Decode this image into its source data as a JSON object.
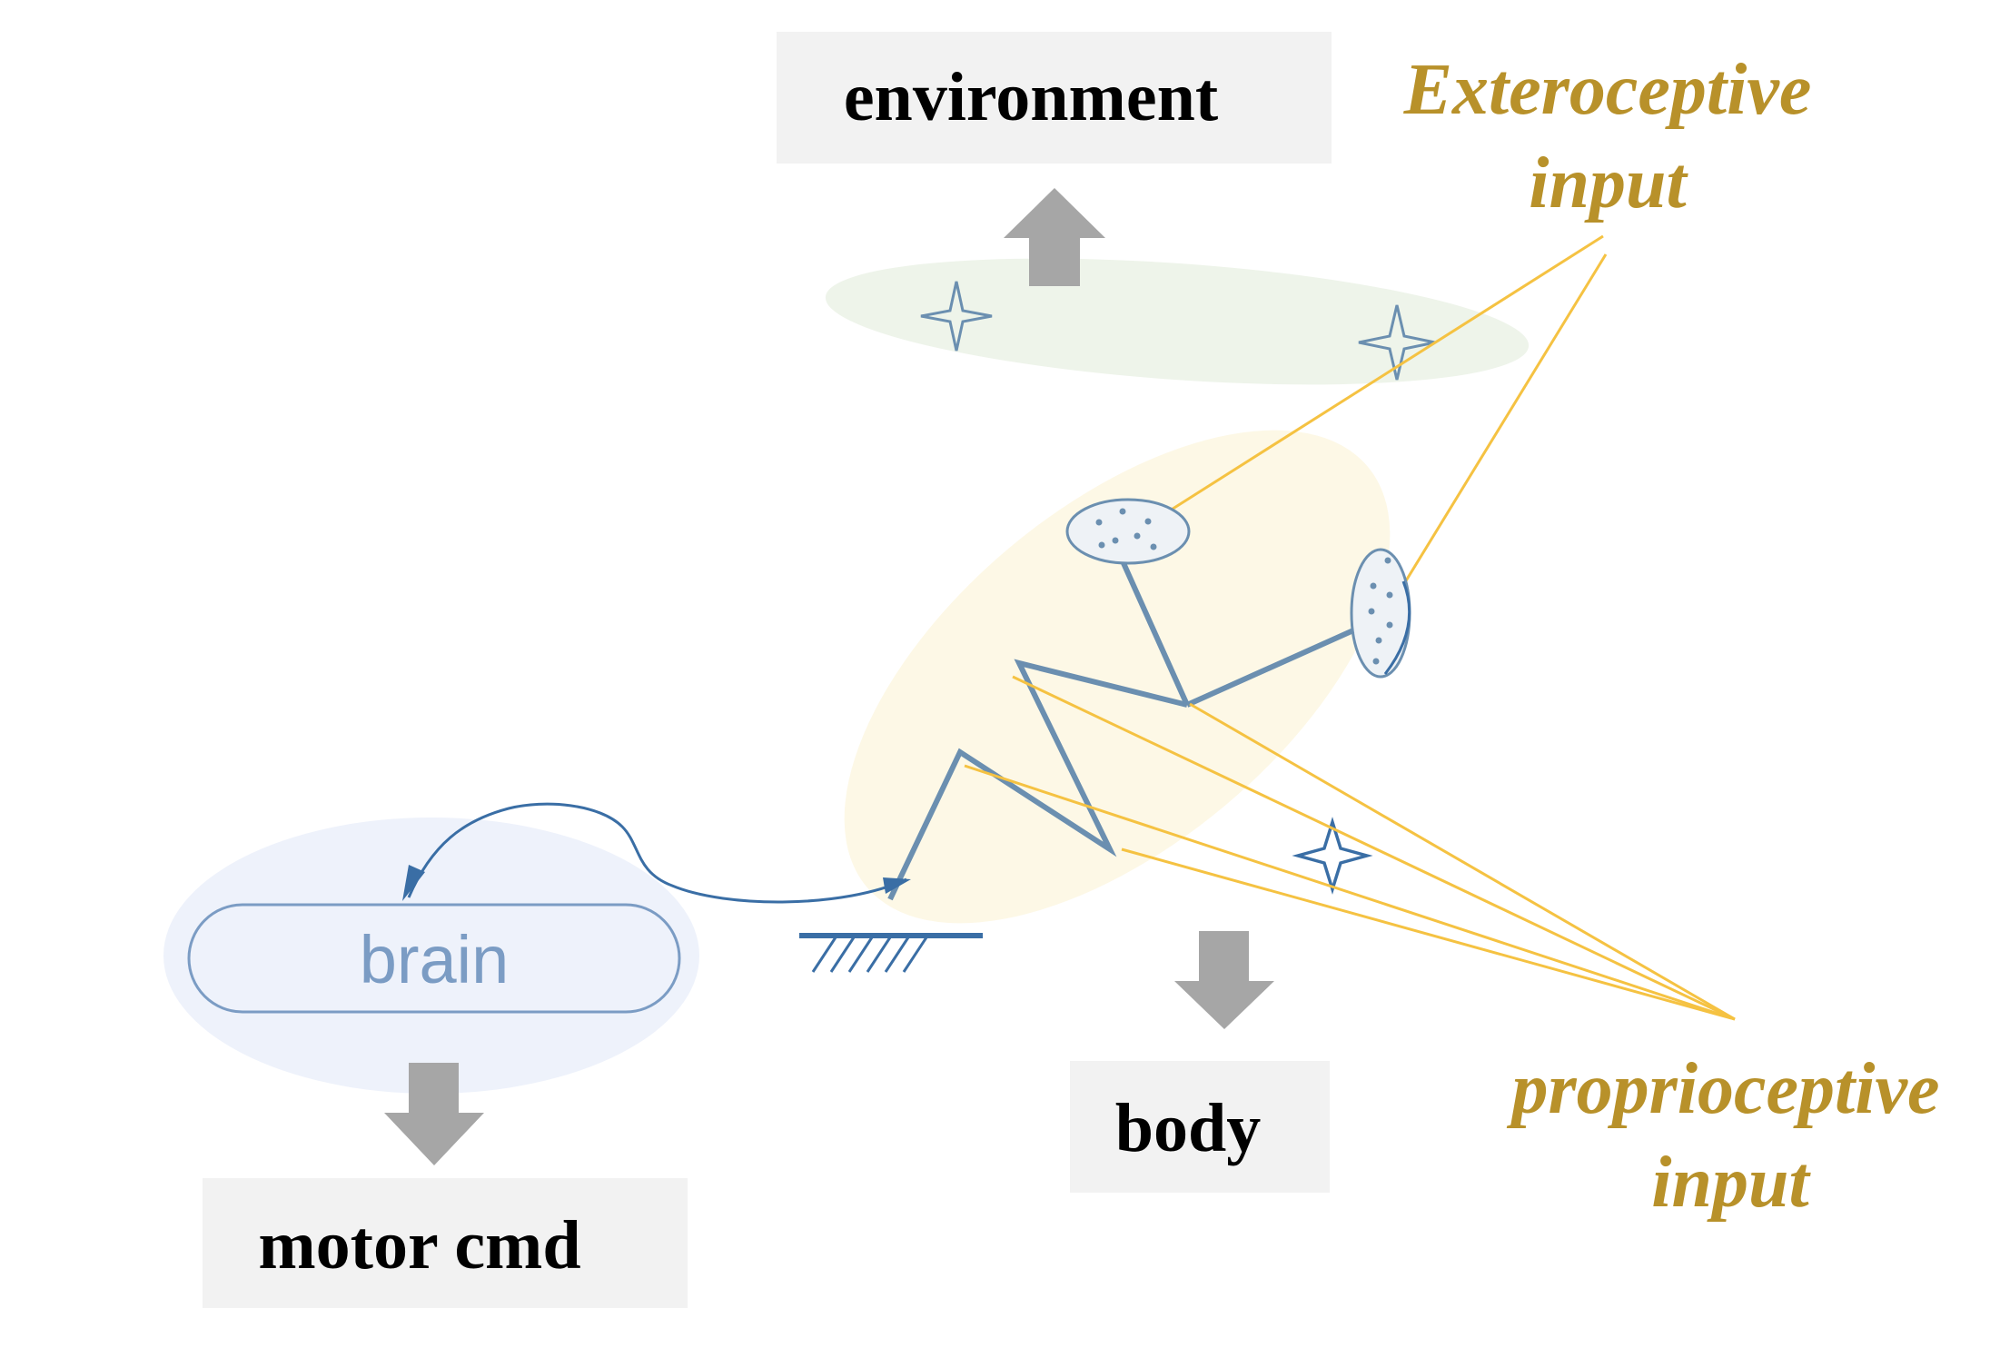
{
  "labels": {
    "environment": "environment",
    "body": "body",
    "motor_cmd": "motor cmd",
    "brain": "brain",
    "exteroceptive_line1": "Exteroceptive",
    "exteroceptive_line2": "input",
    "proprioceptive_line1": "proprioceptive",
    "proprioceptive_line2": "input"
  },
  "colors": {
    "box_fill": "#f2f2f2",
    "box_text": "#000000",
    "arrow_gray": "#a6a6a6",
    "annotation_gold": "#b8912a",
    "leader_line": "#f5c242",
    "figure_blue": "#6b8fb0",
    "dark_blue": "#3a6ea5",
    "environment_region": "#eef4ea",
    "body_region": "#fdf8e6",
    "brain_region": "#eef2fb",
    "brain_text": "#7b9cc4"
  },
  "icons": [
    "star-icon",
    "arrow-up-icon",
    "arrow-down-icon",
    "ground-hatch-icon"
  ]
}
